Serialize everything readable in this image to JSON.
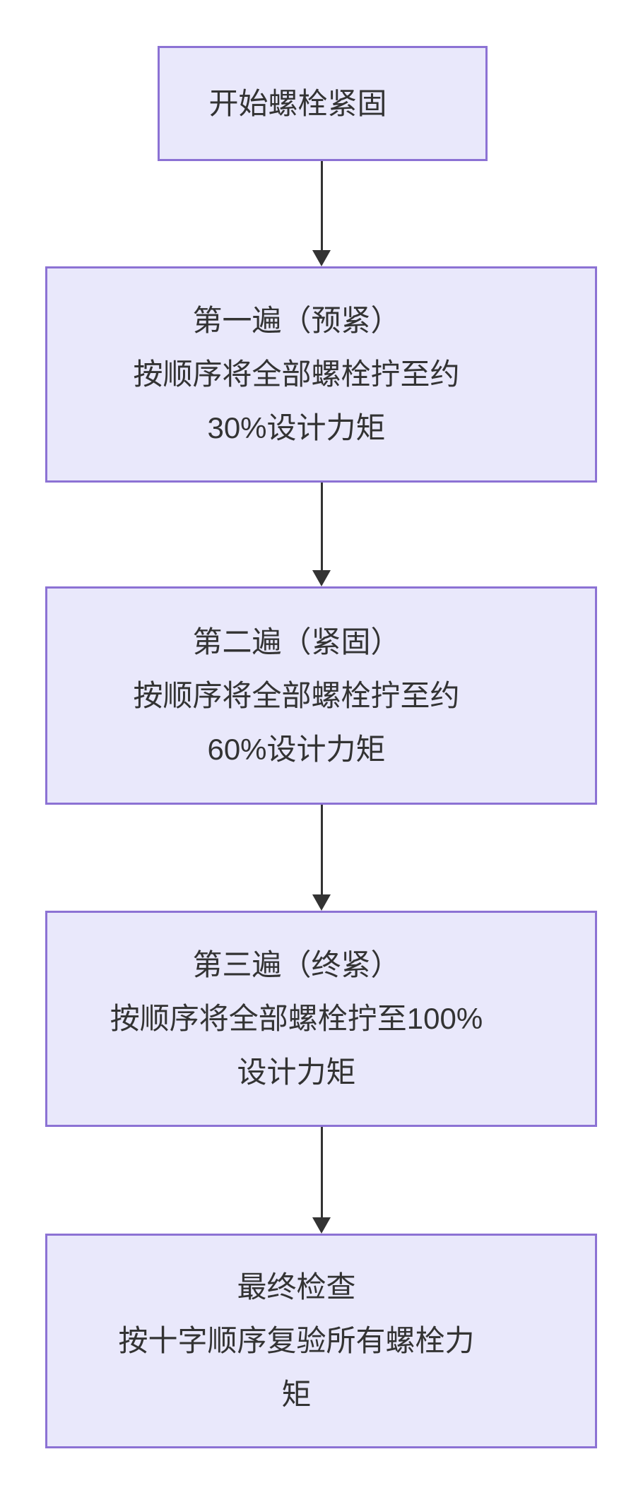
{
  "diagram": {
    "type": "flowchart",
    "direction": "top-down",
    "colors": {
      "node_fill": "#E9E8FB",
      "node_border": "#8C72D4",
      "arrow": "#333333",
      "text": "#333333",
      "background": "#FFFFFF"
    },
    "nodes": [
      {
        "id": "start",
        "lines": [
          "开始螺栓紧固"
        ]
      },
      {
        "id": "pass-1",
        "lines": [
          "第一遍（预紧）",
          "按顺序将全部螺栓拧至约",
          "30%设计力矩"
        ]
      },
      {
        "id": "pass-2",
        "lines": [
          "第二遍（紧固）",
          "按顺序将全部螺栓拧至约",
          "60%设计力矩"
        ]
      },
      {
        "id": "pass-3",
        "lines": [
          "第三遍（终紧）",
          "按顺序将全部螺栓拧至100%",
          "设计力矩"
        ]
      },
      {
        "id": "final-check",
        "lines": [
          "最终检查",
          "按十字顺序复验所有螺栓力",
          "矩"
        ]
      }
    ],
    "edges": [
      {
        "from": "start",
        "to": "pass-1"
      },
      {
        "from": "pass-1",
        "to": "pass-2"
      },
      {
        "from": "pass-2",
        "to": "pass-3"
      },
      {
        "from": "pass-3",
        "to": "final-check"
      }
    ]
  }
}
